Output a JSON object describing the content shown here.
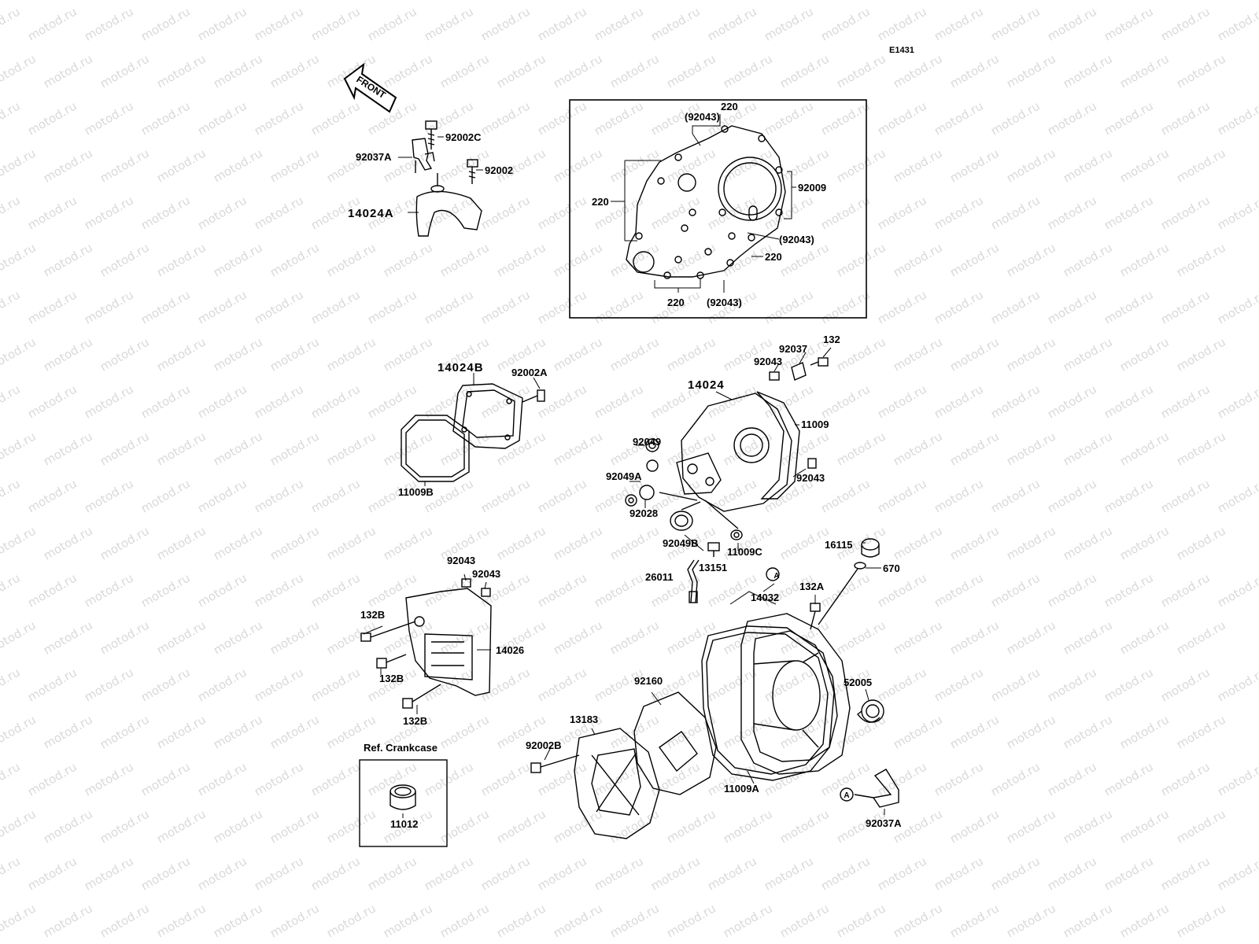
{
  "diagram_code": "E1431",
  "front_label": "FRONT",
  "watermark": "motod.ru",
  "ref_box_title": "Ref. Crankcase",
  "circle_marker": "A",
  "labels": {
    "p92002C": "92002C",
    "p92037A_top": "92037A",
    "p92002": "92002",
    "p14024A": "14024A",
    "p220_top": "220",
    "p92043_top": "(92043)",
    "p220_left": "220",
    "p92009": "92009",
    "p92043_right": "(92043)",
    "p220_right": "220",
    "p220_bottom": "220",
    "p92043_bottom": "(92043)",
    "p14024B": "14024B",
    "p92002A": "92002A",
    "p11009B": "11009B",
    "p132": "132",
    "p92037": "92037",
    "p92043_a": "92043",
    "p14024": "14024",
    "p11009": "11009",
    "p92049": "92049",
    "p92049A": "92049A",
    "p92043_b": "92043",
    "p92028": "92028",
    "p92049B": "92049B",
    "p11009C": "11009C",
    "p16115": "16115",
    "p670": "670",
    "p26011": "26011",
    "p13151": "13151",
    "p14032": "14032",
    "p132A": "132A",
    "p92043_c": "92043",
    "p92043_d": "92043",
    "p132B_a": "132B",
    "p14026": "14026",
    "p132B_b": "132B",
    "p132B_c": "132B",
    "p92160": "92160",
    "p52005": "52005",
    "p13183": "13183",
    "p92002B": "92002B",
    "p11009A": "11009A",
    "p11012": "11012",
    "p92037A_bottom": "92037A"
  }
}
